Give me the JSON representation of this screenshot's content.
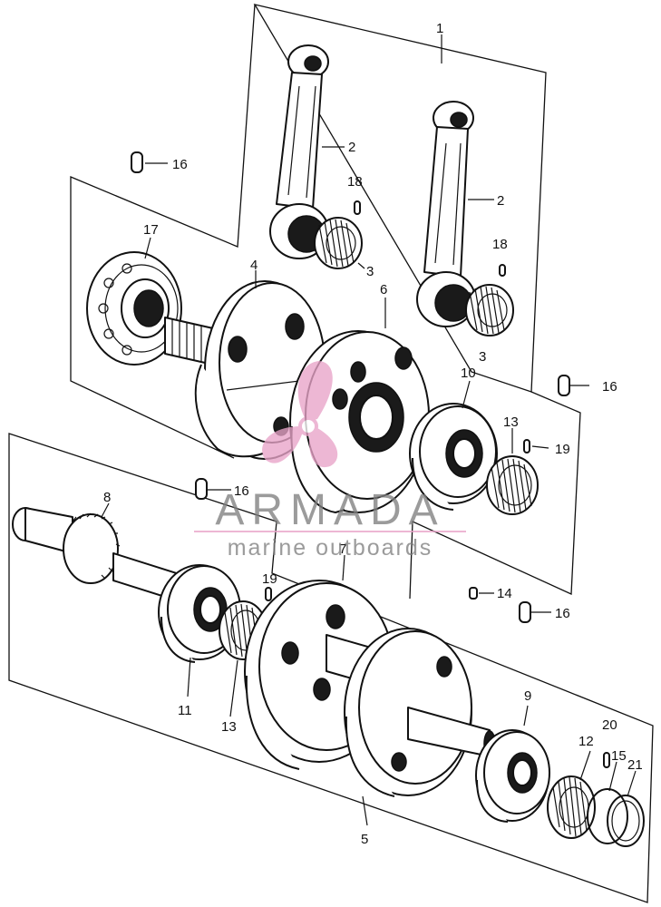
{
  "diagram": {
    "callouts": {
      "p1": "1",
      "p2a": "2",
      "p2b": "2",
      "p3a": "3",
      "p3b": "3",
      "p4": "4",
      "p5": "5",
      "p6": "6",
      "p7": "7",
      "p8": "8",
      "p9": "9",
      "p10": "10",
      "p11": "11",
      "p12": "12",
      "p13a": "13",
      "p13b": "13",
      "p14": "14",
      "p15": "15",
      "p16a": "16",
      "p16b": "16",
      "p16c": "16",
      "p16d": "16",
      "p17": "17",
      "p18a": "18",
      "p18b": "18",
      "p19a": "19",
      "p19b": "19",
      "p20": "20",
      "p21": "21"
    }
  },
  "watermark": {
    "brand": "ARMADA",
    "tagline": "marine outboards",
    "accent_color": "#e8a3c8",
    "text_color": "#7f7f7f"
  }
}
